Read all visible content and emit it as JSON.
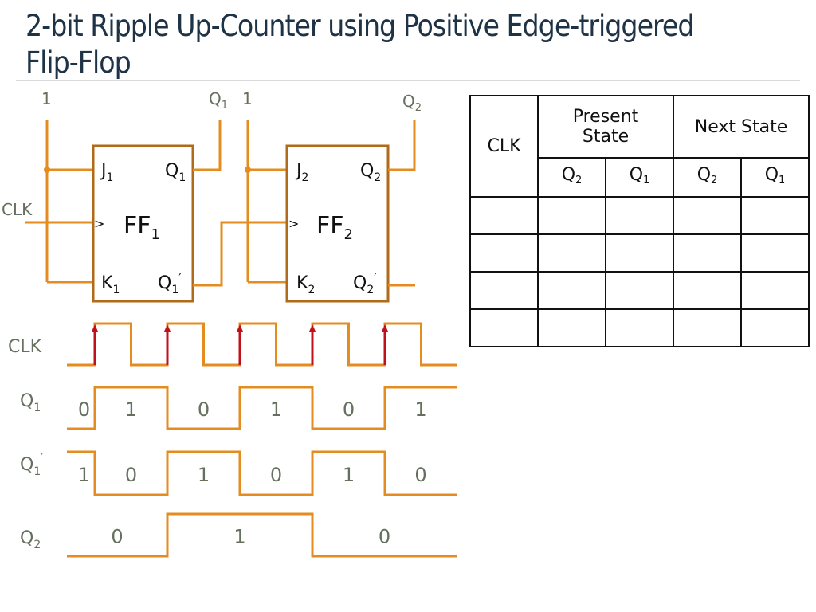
{
  "title": "2-bit Ripple Up-Counter using Positive Edge-triggered Flip-Flop",
  "circuit": {
    "ff1": {
      "name": "FF",
      "sub": "1",
      "j": "J",
      "k": "K",
      "q": "Q",
      "qn": "Q",
      "prime": "′"
    },
    "ff2": {
      "name": "FF",
      "sub": "2",
      "j": "J",
      "k": "K",
      "q": "Q",
      "qn": "Q",
      "prime": "′"
    },
    "input_high_label_1": "1",
    "input_high_label_2": "1",
    "clk_label": "CLK",
    "out_q1_label": "Q",
    "out_q1_sub": "1",
    "out_q2_label": "Q",
    "out_q2_sub": "2",
    "clock_symbol": ">"
  },
  "timing": {
    "signals": [
      {
        "name": "CLK",
        "sub": "",
        "prime": "",
        "levels": [
          0,
          1,
          0,
          1,
          0,
          1,
          0,
          1,
          0,
          1,
          0
        ],
        "labels": []
      },
      {
        "name": "Q",
        "sub": "1",
        "prime": "",
        "levels": [
          0,
          1,
          0,
          1,
          0,
          1
        ],
        "labels": [
          "0",
          "1",
          "0",
          "1",
          "0",
          "1"
        ]
      },
      {
        "name": "Q",
        "sub": "1",
        "prime": "′",
        "levels": [
          1,
          0,
          1,
          0,
          1,
          0
        ],
        "labels": [
          "1",
          "0",
          "1",
          "0",
          "1",
          "0"
        ]
      },
      {
        "name": "Q",
        "sub": "2",
        "prime": "",
        "levels": [
          0,
          1,
          0
        ],
        "labels": [
          "0",
          "1",
          "0"
        ]
      }
    ],
    "rising_edge_count": 5
  },
  "state_table": {
    "col_clk": "CLK",
    "col_present": "Present State",
    "col_present_l1": "Present",
    "col_present_l2": "State",
    "col_next": "Next State",
    "sub_headers": [
      {
        "name": "Q",
        "sub": "2"
      },
      {
        "name": "Q",
        "sub": "1"
      },
      {
        "name": "Q",
        "sub": "2"
      },
      {
        "name": "Q",
        "sub": "1"
      }
    ],
    "rows": [
      [
        "",
        "",
        "",
        "",
        ""
      ],
      [
        "",
        "",
        "",
        "",
        ""
      ],
      [
        "",
        "",
        "",
        "",
        ""
      ],
      [
        "",
        "",
        "",
        "",
        ""
      ]
    ]
  },
  "colors": {
    "wire": "#e58c21",
    "ff_border": "#b06a1a",
    "rising_edge": "#c0101a",
    "title": "#1f3347",
    "label_grey": "#66705e"
  }
}
